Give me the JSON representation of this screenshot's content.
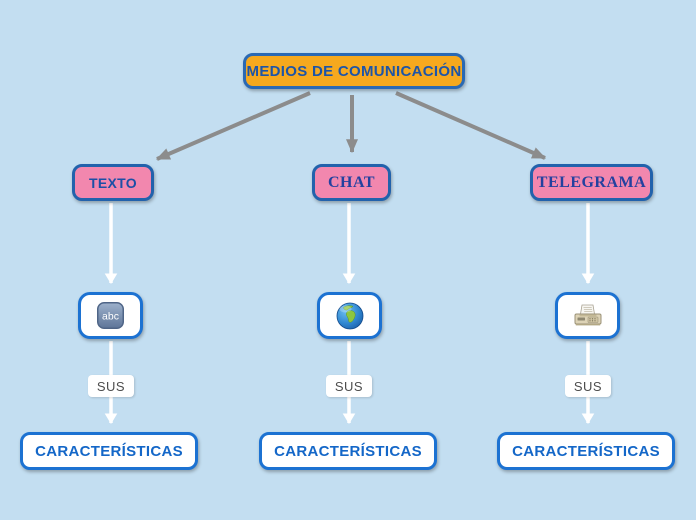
{
  "diagram": {
    "root": {
      "label": "MEDIOS DE COMUNICACIÓN"
    },
    "branches": [
      {
        "label": "TEXTO",
        "icon": "abc-icon",
        "connector_label": "SUS",
        "leaf_label": "CARACTERÍSTICAS"
      },
      {
        "label": "CHAT",
        "icon": "globe-icon",
        "connector_label": "SUS",
        "leaf_label": "CARACTERÍSTICAS"
      },
      {
        "label": "TELEGRAMA",
        "icon": "fax-icon",
        "connector_label": "SUS",
        "leaf_label": "CARACTERÍSTICAS"
      }
    ]
  },
  "icons": {
    "abc_glyph": "abc"
  },
  "colors": {
    "background": "#C3DEF1",
    "root_fill": "#F6A91E",
    "root_border": "#2A69B4",
    "root_text": "#1D55A8",
    "branch_fill": "#F287AE",
    "branch_border": "#2262AC",
    "branch_text": "#1C4FA6",
    "branch_serif_text": "#24419F",
    "leaf_border": "#1C72D2",
    "leaf_text": "#1467C8",
    "connector_gray": "#8C8C8C",
    "connector_white": "#FFFFFF",
    "sus_text": "#4D4D4D"
  }
}
